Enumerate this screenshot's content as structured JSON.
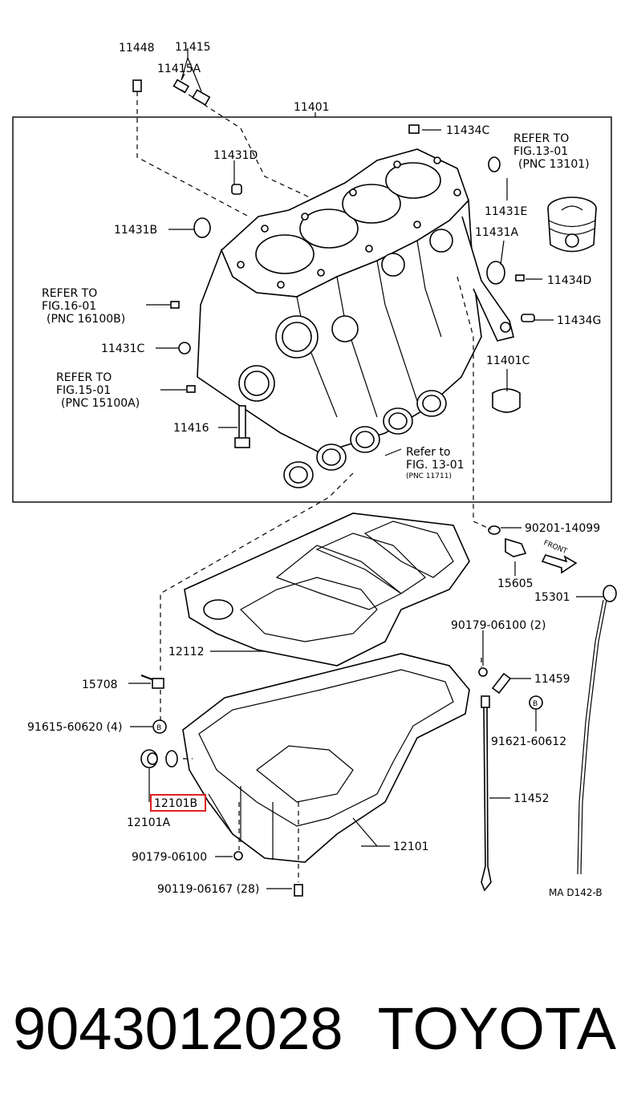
{
  "diagram": {
    "labels": {
      "l11448": "11448",
      "l11415": "11415",
      "l11415a": "11415A",
      "l11401": "11401",
      "l11434c_top": "11434C",
      "l_ref13_1": "REFER TO",
      "l_ref13_2": "FIG.13-01",
      "l_ref13_3": "(PNC 13101)",
      "l11431d": "11431D",
      "l11431e": "11431E",
      "l11431b": "11431B",
      "l11431a": "11431A",
      "l_ref16_1": "REFER TO",
      "l_ref16_2": "FIG.16-01",
      "l_ref16_3": "(PNC 16100B)",
      "l11434d": "11434D",
      "l11434g": "11434G",
      "l11431c": "11431C",
      "l11401c": "11401C",
      "l_ref15_1": "REFER TO",
      "l_ref15_2": "FIG.15-01",
      "l_ref15_3": "(PNC 15100A)",
      "l11416": "11416",
      "l_refer_to": "Refer to",
      "l_fig1301": "FIG. 13-01",
      "l_pnc11711": "(PNC 11711)",
      "l90201": "90201-14099",
      "l_front": "FRONT",
      "l15605": "15605",
      "l15301": "15301",
      "l90179_2": "90179-06100 (2)",
      "l12112": "12112",
      "l11459": "11459",
      "l15708": "15708",
      "l91621": "91621-60612",
      "l91615": "91615-60620 (4)",
      "l12101b": "12101B",
      "l12101a": "12101A",
      "l11452": "11452",
      "l12101": "12101",
      "l90179": "90179-06100",
      "l90119": "90119-06167 (28)",
      "l_mad": "MA D142-B",
      "l_b1": "B",
      "l_b2": "B"
    },
    "highlight_color": "#e02020"
  },
  "footer": {
    "part_number": "9043012028",
    "brand": "TOYOTA"
  }
}
